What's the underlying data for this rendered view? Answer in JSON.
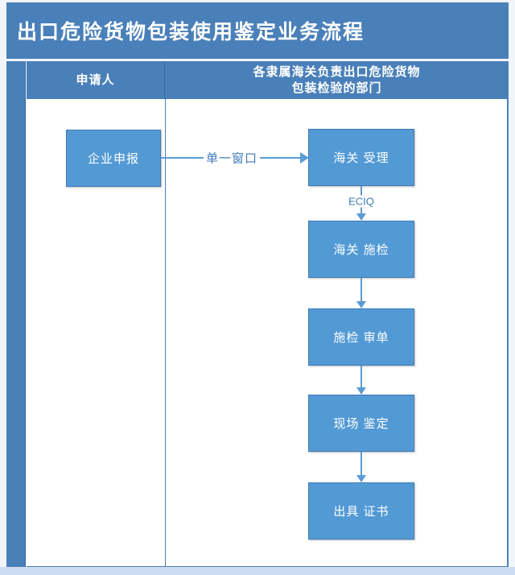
{
  "title": "出口危险货物包装使用鉴定业务流程",
  "lanes": {
    "left_header": "申请人",
    "right_header_line1": "各隶属海关负责出口危险货物",
    "right_header_line2": "包装检验的部门"
  },
  "boxes": {
    "applicant": "企业申报",
    "step1": "海关 受理",
    "step2": "海关 施检",
    "step3": "施检 审单",
    "step4": "现场 鉴定",
    "step5": "出具 证书"
  },
  "connectors": {
    "single_window_label": "单一窗口",
    "eciq_label": "ECIQ"
  },
  "colors": {
    "band_blue": "#4a80b9",
    "box_fill": "#539ad5",
    "box_border": "#3f7ab8",
    "connector_blue": "#5b9bd5",
    "connector_label_text": "#3f7ab8",
    "body_bg": "#ffffff",
    "page_bg": "#f0f4fb",
    "bottom_margin_strip": "#cddcf0"
  }
}
